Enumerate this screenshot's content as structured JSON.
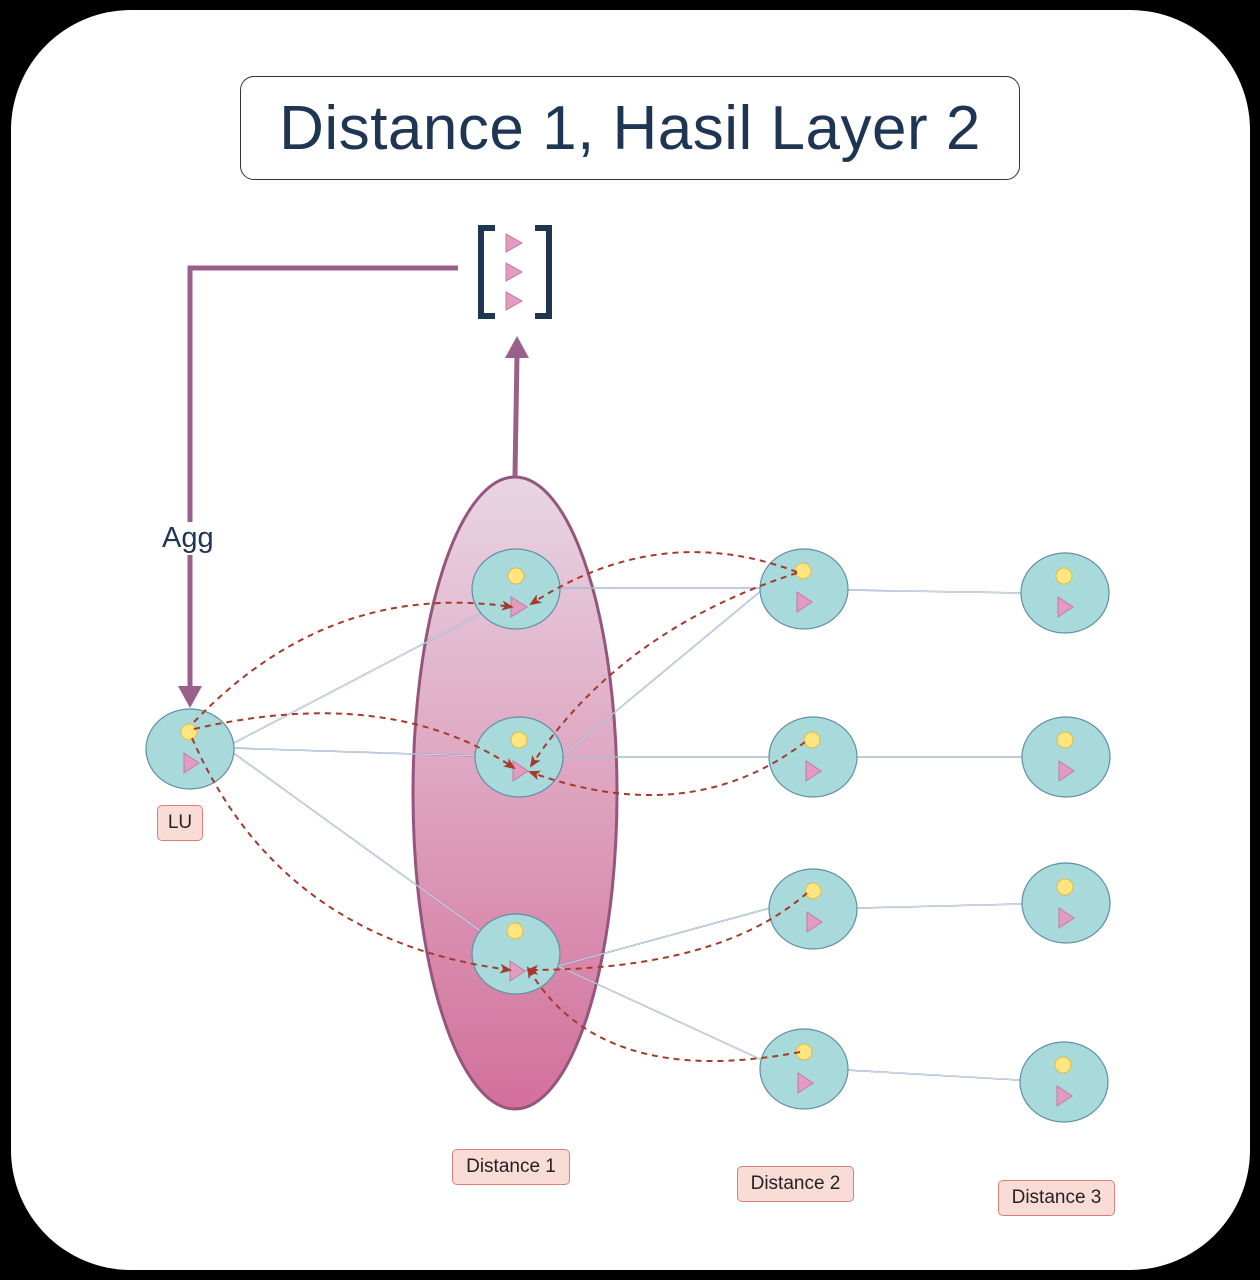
{
  "title": "Distance 1, Hasil Layer 2",
  "aggregation_label": "Agg",
  "labels": {
    "lu": "LU",
    "distance1": "Distance 1",
    "distance2": "Distance 2",
    "distance3": "Distance 3"
  },
  "colors": {
    "node_fill": "#a8dadb",
    "node_stroke": "#5f8fa6",
    "dot": "#ffe680",
    "triangle": "#e39bc1",
    "purple_line": "#9b6089",
    "dashed_arrow": "#a63a2a",
    "ellipse_top": "#e8d2e0",
    "ellipse_bottom": "#d3709b",
    "label_bg": "#fadcd6",
    "title_text": "#1f3554"
  },
  "icons": [
    "feature-dot-icon",
    "feature-triangle-icon",
    "bracket-vector-icon"
  ]
}
